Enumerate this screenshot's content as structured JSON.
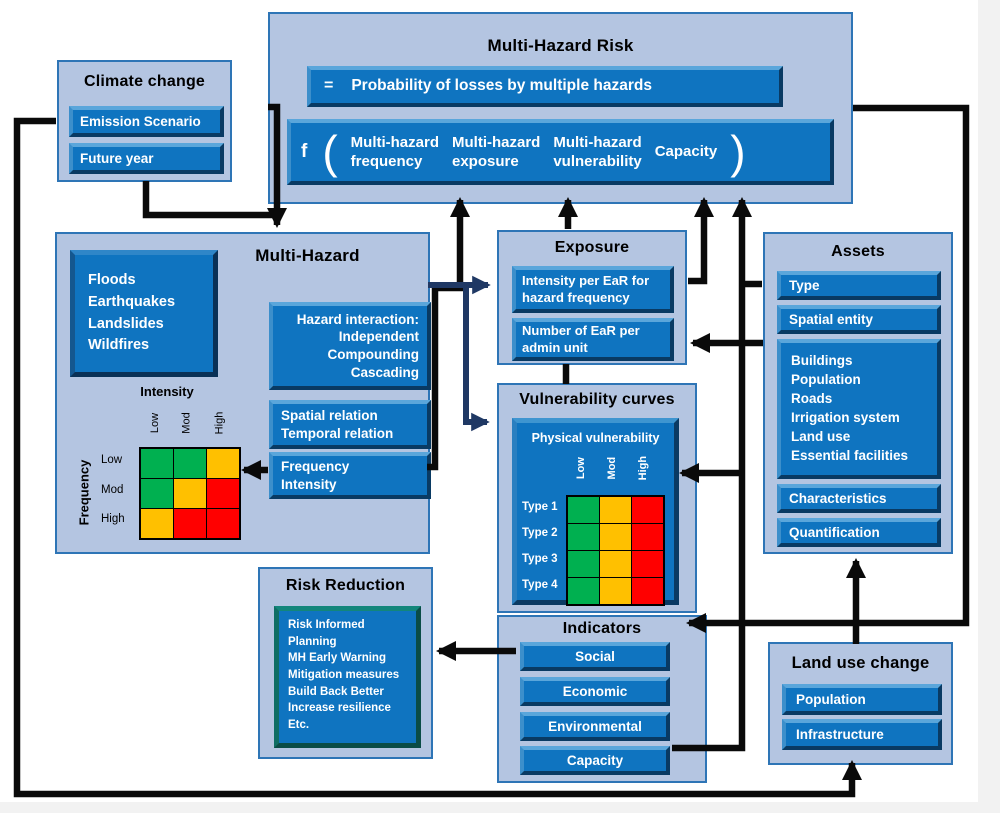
{
  "palette": {
    "green": "#00b050",
    "yellow": "#ffc000",
    "red": "#ff0000",
    "button_blue": "#0f74c0",
    "panel_blue": "#b4c5e1",
    "panel_border": "#2e75b6",
    "arrow_black": "#0a0a0a",
    "arrow_navy": "#1f3864"
  },
  "top": {
    "title": "Multi-Hazard Risk",
    "eq": "=",
    "prob": "Probability of losses by multiple hazards",
    "f": "f",
    "lparen": "(",
    "rparen": ")",
    "terms": [
      "Multi-hazard\nfrequency",
      "Multi-hazard\nexposure",
      "Multi-hazard\nvulnerability",
      "Capacity"
    ]
  },
  "climate": {
    "title": "Climate change",
    "items": [
      "Emission Scenario",
      "Future year"
    ]
  },
  "mh": {
    "title": "Multi-Hazard",
    "hazards": "Floods\nEarthquakes\nLandslides\nWildfires",
    "interaction": "Hazard interaction:\nIndependent\nCompounding\nCascading",
    "spatial": "Spatial relation\nTemporal relation",
    "freq": "Frequency\nIntensity",
    "matrix": {
      "col_axis": "Intensity",
      "row_axis": "Frequency",
      "cols": [
        "Low",
        "Mod",
        "High"
      ],
      "rows": [
        "Low",
        "Mod",
        "High"
      ],
      "cells": [
        [
          "green",
          "green",
          "yellow"
        ],
        [
          "green",
          "yellow",
          "red"
        ],
        [
          "yellow",
          "red",
          "red"
        ]
      ]
    }
  },
  "exposure": {
    "title": "Exposure",
    "items": [
      "Intensity per EaR for\nhazard  frequency",
      "Number  of EaR per\nadmin unit"
    ]
  },
  "vuln": {
    "title": "Vulnerability curves",
    "subtitle": "Physical  vulnerability",
    "cols": [
      "Low",
      "Mod",
      "High"
    ],
    "rows": [
      "Type 1",
      "Type 2",
      "Type 3",
      "Type 4"
    ],
    "cells": [
      [
        "green",
        "yellow",
        "red"
      ],
      [
        "green",
        "yellow",
        "red"
      ],
      [
        "green",
        "yellow",
        "red"
      ],
      [
        "green",
        "yellow",
        "red"
      ]
    ]
  },
  "assets": {
    "title": "Assets",
    "type": "Type",
    "spatial_entity": "Spatial entity",
    "list": "Buildings\nPopulation\nRoads\nIrrigation system\nLand use\nEssential facilities",
    "characteristics": "Characteristics",
    "quantification": "Quantification"
  },
  "rr": {
    "title": "Risk Reduction",
    "list": "Risk Informed\nPlanning\nMH Early Warning\nMitigation  measures\nBuild  Back  Better\nIncrease  resilience\nEtc."
  },
  "ind": {
    "title": "Indicators",
    "items": [
      "Social",
      "Economic",
      "Environmental",
      "Capacity"
    ]
  },
  "luc": {
    "title": "Land use change",
    "items": [
      "Population",
      "Infrastructure"
    ]
  }
}
